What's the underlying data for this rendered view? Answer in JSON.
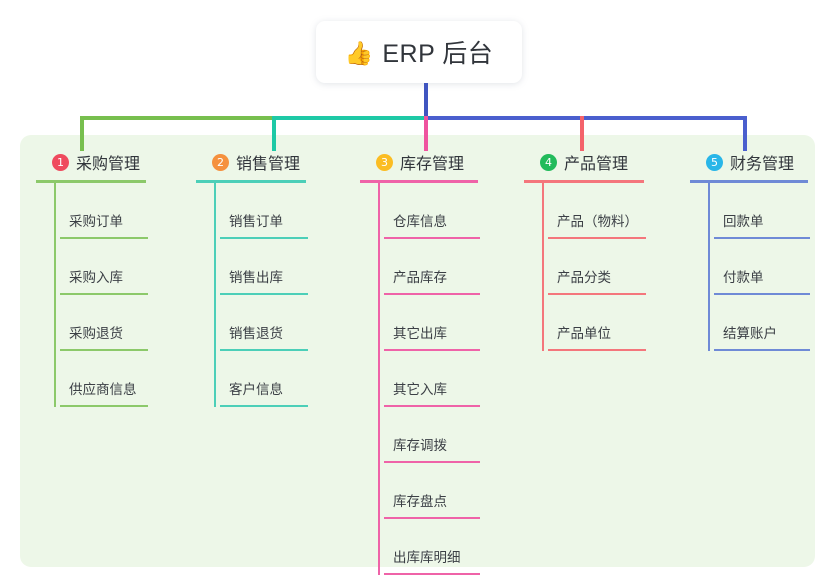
{
  "root": {
    "icon": "thumbs-up-icon",
    "emoji": "👍",
    "title": "ERP 后台"
  },
  "palette": {
    "panel_background": "#edf7e8",
    "page_background": "#ffffff",
    "trunk": "#4055c0",
    "connector_green": "#77bf4e",
    "connector_teal": "#1ec9a6",
    "connector_pink": "#ef539f",
    "connector_red": "#f4636b",
    "connector_blue": "#4a5fce"
  },
  "columns": [
    {
      "number": "1",
      "title": "采购管理",
      "badge_color": "#ef4b5e",
      "line_color": "#8cc96a",
      "items": [
        "采购订单",
        "采购入库",
        "采购退货",
        "供应商信息"
      ]
    },
    {
      "number": "2",
      "title": "销售管理",
      "badge_color": "#f5913e",
      "line_color": "#4ccfb8",
      "items": [
        "销售订单",
        "销售出库",
        "销售退货",
        "客户信息"
      ]
    },
    {
      "number": "3",
      "title": "库存管理",
      "badge_color": "#fbbd23",
      "line_color": "#ef63a8",
      "items": [
        "仓库信息",
        "产品库存",
        "其它出库",
        "其它入库",
        "库存调拨",
        "库存盘点",
        "出库库明细"
      ]
    },
    {
      "number": "4",
      "title": "产品管理",
      "badge_color": "#22bb5b",
      "line_color": "#f4767c",
      "items": [
        "产品（物料）",
        "产品分类",
        "产品单位"
      ]
    },
    {
      "number": "5",
      "title": "财务管理",
      "badge_color": "#29b6e8",
      "line_color": "#6f8ad6",
      "items": [
        "回款单",
        "付款单",
        "结算账户"
      ]
    }
  ]
}
